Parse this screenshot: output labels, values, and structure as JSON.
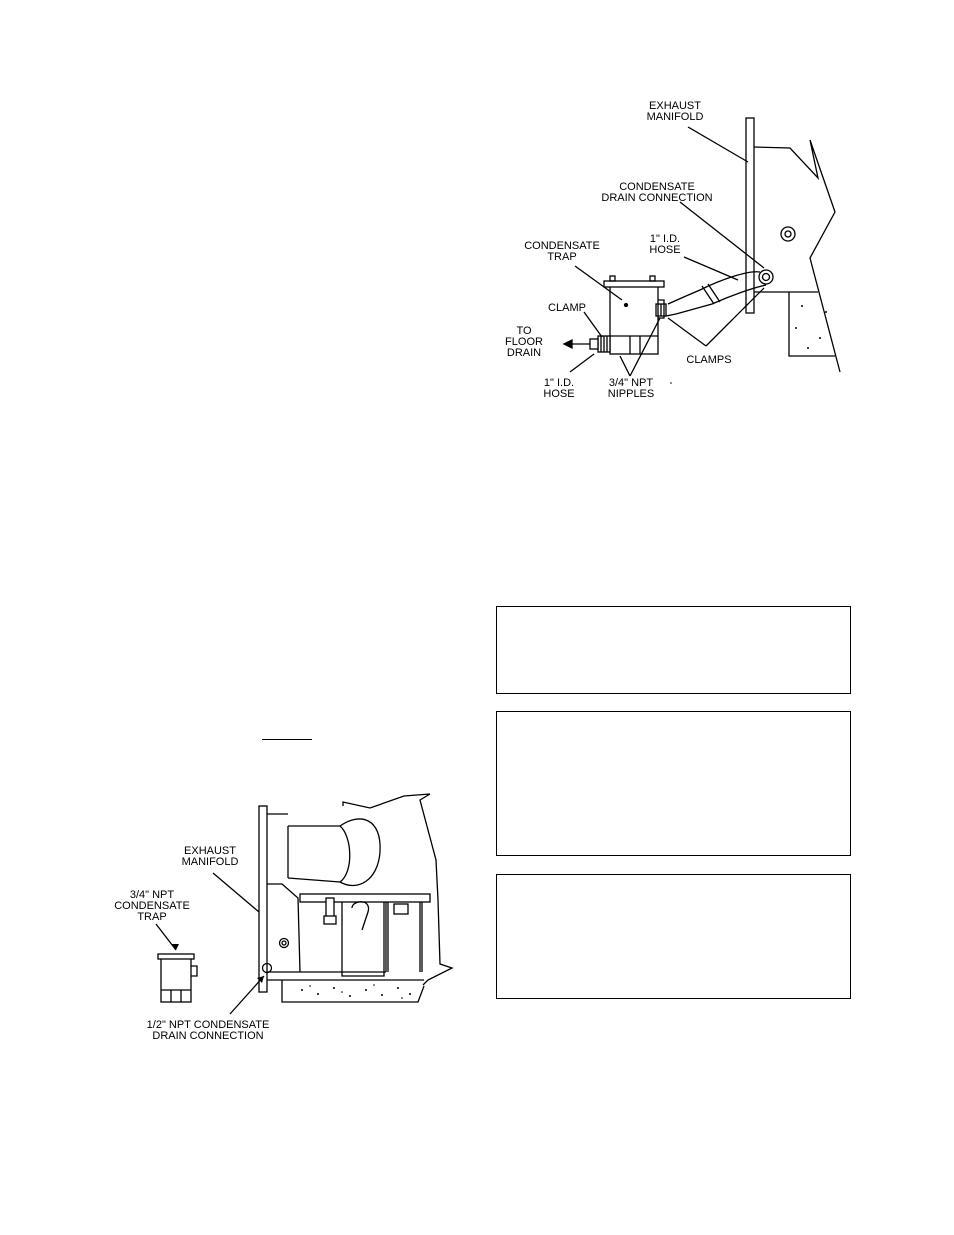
{
  "figure_top": {
    "labels": {
      "exhaust_manifold": [
        "EXHAUST",
        "MANIFOLD"
      ],
      "condensate_drain_connection": [
        "CONDENSATE",
        "DRAIN CONNECTION"
      ],
      "hose_top": [
        "1\" I.D.",
        "HOSE"
      ],
      "condensate_trap": [
        "CONDENSATE",
        "TRAP"
      ],
      "clamp": [
        "CLAMP"
      ],
      "to_floor_drain": [
        "TO",
        "FLOOR",
        "DRAIN"
      ],
      "hose_bottom": [
        "1\" I.D.",
        "HOSE"
      ],
      "nipples": [
        "3/4\" NPT",
        "NIPPLES"
      ],
      "clamps": [
        "CLAMPS"
      ]
    }
  },
  "figure_bottom": {
    "labels": {
      "exhaust_manifold": [
        "EXHAUST",
        "MANIFOLD"
      ],
      "condensate_trap": [
        "3/4\" NPT",
        "CONDENSATE",
        "TRAP"
      ],
      "drain_connection": [
        "1/2\" NPT CONDENSATE",
        "DRAIN  CONNECTION"
      ]
    }
  },
  "boxes": [
    "",
    "",
    ""
  ]
}
